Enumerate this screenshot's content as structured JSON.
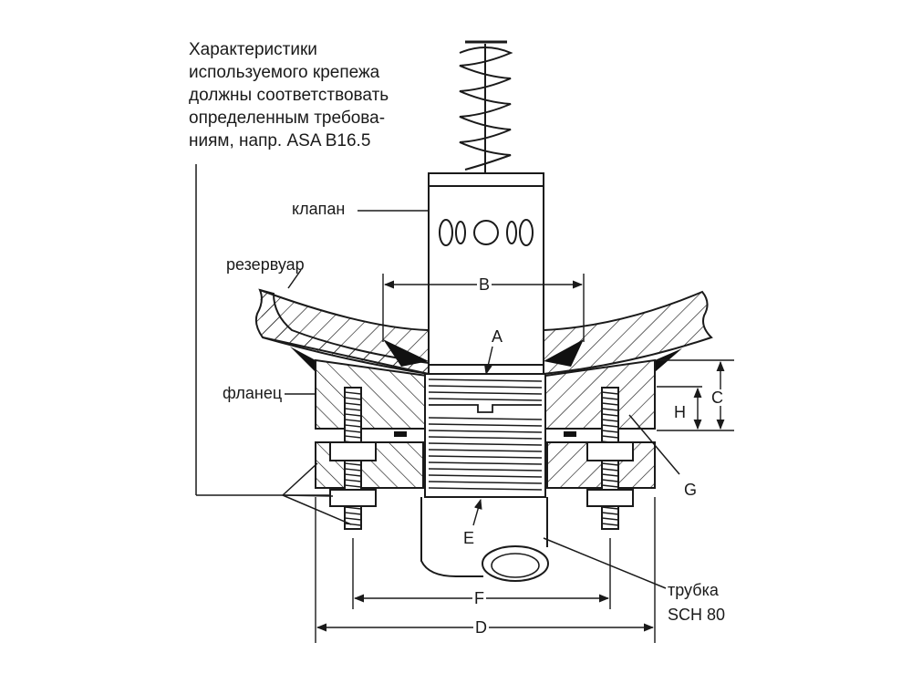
{
  "note": {
    "lines": [
      "Характеристики",
      "используемого крепежа",
      "должны соответствовать",
      "определенным требова-",
      "ниям, напр. ASA B16.5"
    ]
  },
  "labels": {
    "valve": "клапан",
    "tank": "резервуар",
    "flange": "фланец",
    "pipe_line1": "трубка",
    "pipe_line2": "SCH 80"
  },
  "dimensions": {
    "A": "A",
    "B": "B",
    "C": "C",
    "D": "D",
    "E": "E",
    "F": "F",
    "G": "G",
    "H": "H"
  }
}
